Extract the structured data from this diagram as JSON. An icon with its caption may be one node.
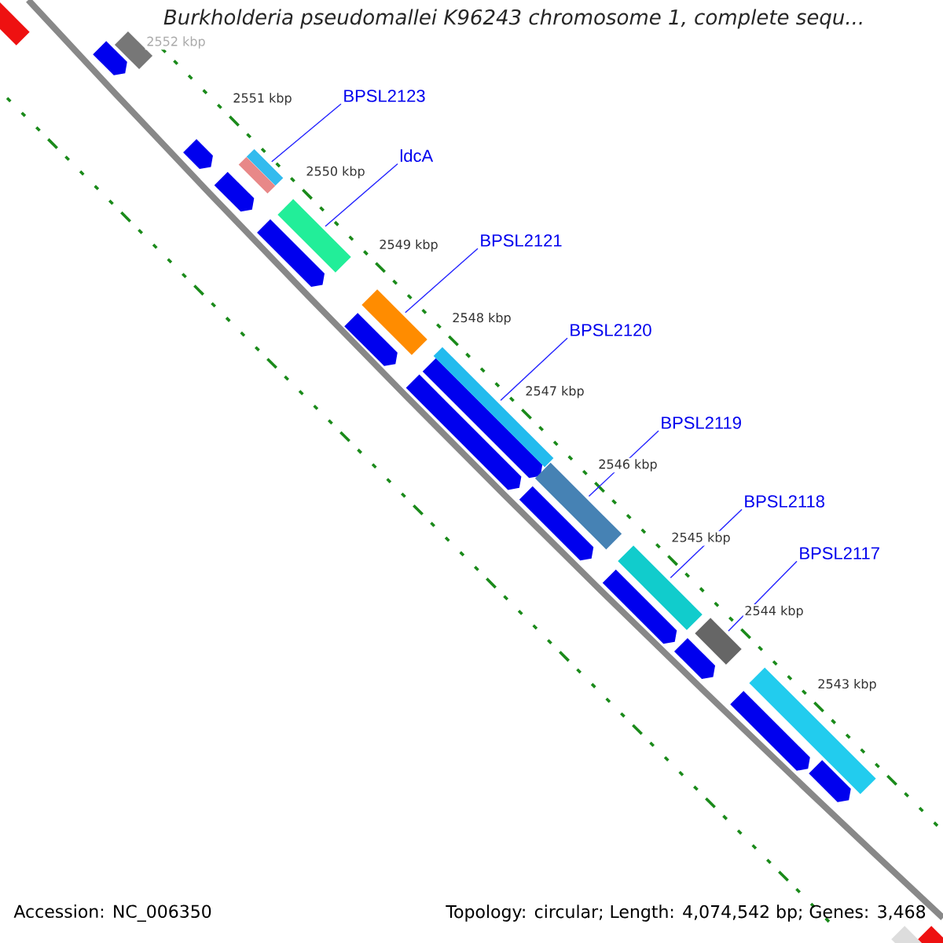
{
  "diagram": {
    "title": "Burkholderia pseudomallei K96243 chromosome 1, complete sequ...",
    "nodes": [
      {
        "text": [
          "BPSL2123"
        ]
      },
      {
        "text": [
          "ldcA"
        ]
      },
      {
        "text": [
          "BPSL2121"
        ]
      },
      {
        "text": [
          "BPSL2120"
        ]
      },
      {
        "text": [
          "BPSL2119"
        ]
      },
      {
        "text": [
          "BPSL2118"
        ]
      },
      {
        "text": [
          "BPSL2117"
        ]
      },
      {
        "text": [],
        "shape": "bar"
      },
      {
        "text": [],
        "shape": "pentagon"
      },
      {
        "text": [],
        "shape": "bar"
      },
      {
        "text": [],
        "shape": "pentagon"
      },
      {
        "text": [],
        "shape": "pentagon"
      },
      {
        "text": [],
        "shape": "bar"
      },
      {
        "text": [],
        "shape": "bar"
      },
      {
        "text": [],
        "shape": "pentagon"
      },
      {
        "text": [],
        "shape": "bar"
      },
      {
        "text": [],
        "shape": "pentagon"
      },
      {
        "text": [],
        "shape": "bar"
      },
      {
        "text": [],
        "shape": "pentagon"
      },
      {
        "text": [],
        "shape": "pentagon"
      },
      {
        "text": [],
        "shape": "bar"
      },
      {
        "text": [],
        "shape": "pentagon"
      },
      {
        "text": [],
        "shape": "bar"
      },
      {
        "text": [],
        "shape": "pentagon"
      },
      {
        "text": [],
        "shape": "bar"
      },
      {
        "text": [],
        "shape": "pentagon"
      },
      {
        "text": [],
        "shape": "bar"
      },
      {
        "text": [],
        "shape": "pentagon"
      },
      {
        "text": [],
        "shape": "bar"
      },
      {
        "text": [],
        "shape": "pentagon"
      },
      {
        "text": [],
        "shape": "bar"
      },
      {
        "text": [],
        "shape": "bar"
      }
    ],
    "edges": [
      {
        "from": 0,
        "to": 12,
        "arrow": "none"
      },
      {
        "from": 1,
        "to": 15,
        "arrow": "none"
      },
      {
        "from": 2,
        "to": 17,
        "arrow": "none"
      },
      {
        "from": 3,
        "to": 20,
        "arrow": "none"
      },
      {
        "from": 4,
        "to": 22,
        "arrow": "none"
      },
      {
        "from": 5,
        "to": 24,
        "arrow": "none"
      },
      {
        "from": 6,
        "to": 26,
        "arrow": "none"
      }
    ],
    "labels": [
      "2552 kbp",
      "2551 kbp",
      "2550 kbp",
      "2549 kbp",
      "2548 kbp",
      "2547 kbp",
      "2546 kbp",
      "2545 kbp",
      "2544 kbp",
      "2543 kbp",
      "Accession: NC_006350",
      "Topology: circular; Length: 4,074,542 bp; Genes: 3,468"
    ]
  }
}
